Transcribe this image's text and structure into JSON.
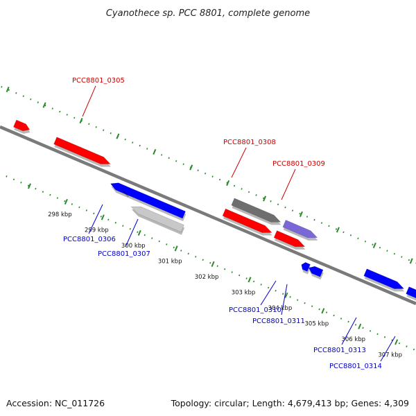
{
  "title": "Cyanothece sp. PCC 8801, complete genome",
  "accession": "Accession: NC_011726",
  "summary": "Topology: circular; Length: 4,679,413 bp; Genes: 4,309",
  "colors": {
    "backbone": "#7a7a7a",
    "forward_label": "#cc0000",
    "reverse_label": "#0000cc",
    "grid_dots": "#2a8a2a",
    "gene_red": "#ff0000",
    "gene_blue": "#0000ff",
    "gene_gray_dark": "#6e6e6e",
    "gene_gray_light": "#c8c8c8",
    "gene_purple": "#7b68d8"
  },
  "ticks": [
    {
      "kbp": 298,
      "label": "298 kbp"
    },
    {
      "kbp": 299,
      "label": "299 kbp"
    },
    {
      "kbp": 300,
      "label": "300 kbp"
    },
    {
      "kbp": 301,
      "label": "301 kbp"
    },
    {
      "kbp": 302,
      "label": "302 kbp"
    },
    {
      "kbp": 303,
      "label": "303 kbp"
    },
    {
      "kbp": 304,
      "label": "304 kbp"
    },
    {
      "kbp": 305,
      "label": "305 kbp"
    },
    {
      "kbp": 306,
      "label": "306 kbp"
    },
    {
      "kbp": 307,
      "label": "307 kbp"
    }
  ],
  "genes": [
    {
      "id": "g-left-red",
      "label": "",
      "strand": "forward",
      "track": 1,
      "start": 296.05,
      "end": 296.45,
      "color": "red"
    },
    {
      "id": "PCC8801_0305",
      "label": "PCC8801_0305",
      "strand": "forward",
      "track": 1,
      "start": 297.15,
      "end": 298.65,
      "color": "red"
    },
    {
      "id": "PCC8801_0306",
      "label": "PCC8801_0306",
      "strand": "reverse",
      "track": 1,
      "start": 298.85,
      "end": 299.35,
      "color": "blue"
    },
    {
      "id": "PCC8801_0306b",
      "label": "",
      "strand": "reverse",
      "track": 1,
      "start": 299.15,
      "end": 300.85,
      "color": "blue"
    },
    {
      "id": "PCC8801_0307",
      "label": "PCC8801_0307",
      "strand": "reverse",
      "track": 2,
      "start": 299.55,
      "end": 300.95,
      "color": "gray_light"
    },
    {
      "id": "PCC8801_0308",
      "label": "PCC8801_0308",
      "strand": "forward",
      "track": 2,
      "start": 301.85,
      "end": 303.15,
      "color": "gray_dark"
    },
    {
      "id": "PCC8801_0308b",
      "label": "",
      "strand": "forward",
      "track": 1,
      "start": 301.75,
      "end": 303.05,
      "color": "red"
    },
    {
      "id": "PCC8801_0309",
      "label": "PCC8801_0309",
      "strand": "forward",
      "track": 2,
      "start": 303.25,
      "end": 304.15,
      "color": "purple"
    },
    {
      "id": "PCC8801_0309b",
      "label": "",
      "strand": "forward",
      "track": 1,
      "start": 303.15,
      "end": 303.95,
      "color": "red"
    },
    {
      "id": "PCC8801_0310",
      "label": "PCC8801_0310",
      "strand": "reverse",
      "track": 1,
      "start": 304.05,
      "end": 304.25,
      "color": "blue"
    },
    {
      "id": "PCC8801_0311",
      "label": "PCC8801_0311",
      "strand": "reverse",
      "track": 1,
      "start": 304.25,
      "end": 304.6,
      "color": "blue"
    },
    {
      "id": "PCC8801_0313",
      "label": "PCC8801_0313",
      "strand": "forward",
      "track": 1,
      "start": 305.6,
      "end": 306.65,
      "color": "blue"
    },
    {
      "id": "PCC8801_0314",
      "label": "PCC8801_0314",
      "strand": "forward",
      "track": 1,
      "start": 306.75,
      "end": 307.9,
      "color": "blue"
    }
  ],
  "gene_labels": [
    {
      "text": "PCC8801_0305",
      "strand": "forward"
    },
    {
      "text": "PCC8801_0306",
      "strand": "reverse"
    },
    {
      "text": "PCC8801_0307",
      "strand": "reverse"
    },
    {
      "text": "PCC8801_0308",
      "strand": "forward"
    },
    {
      "text": "PCC8801_0309",
      "strand": "forward"
    },
    {
      "text": "PCC8801_0310",
      "strand": "reverse"
    },
    {
      "text": "PCC8801_0311",
      "strand": "reverse"
    },
    {
      "text": "PCC8801_0313",
      "strand": "reverse"
    },
    {
      "text": "PCC8801_0314",
      "strand": "reverse"
    }
  ]
}
